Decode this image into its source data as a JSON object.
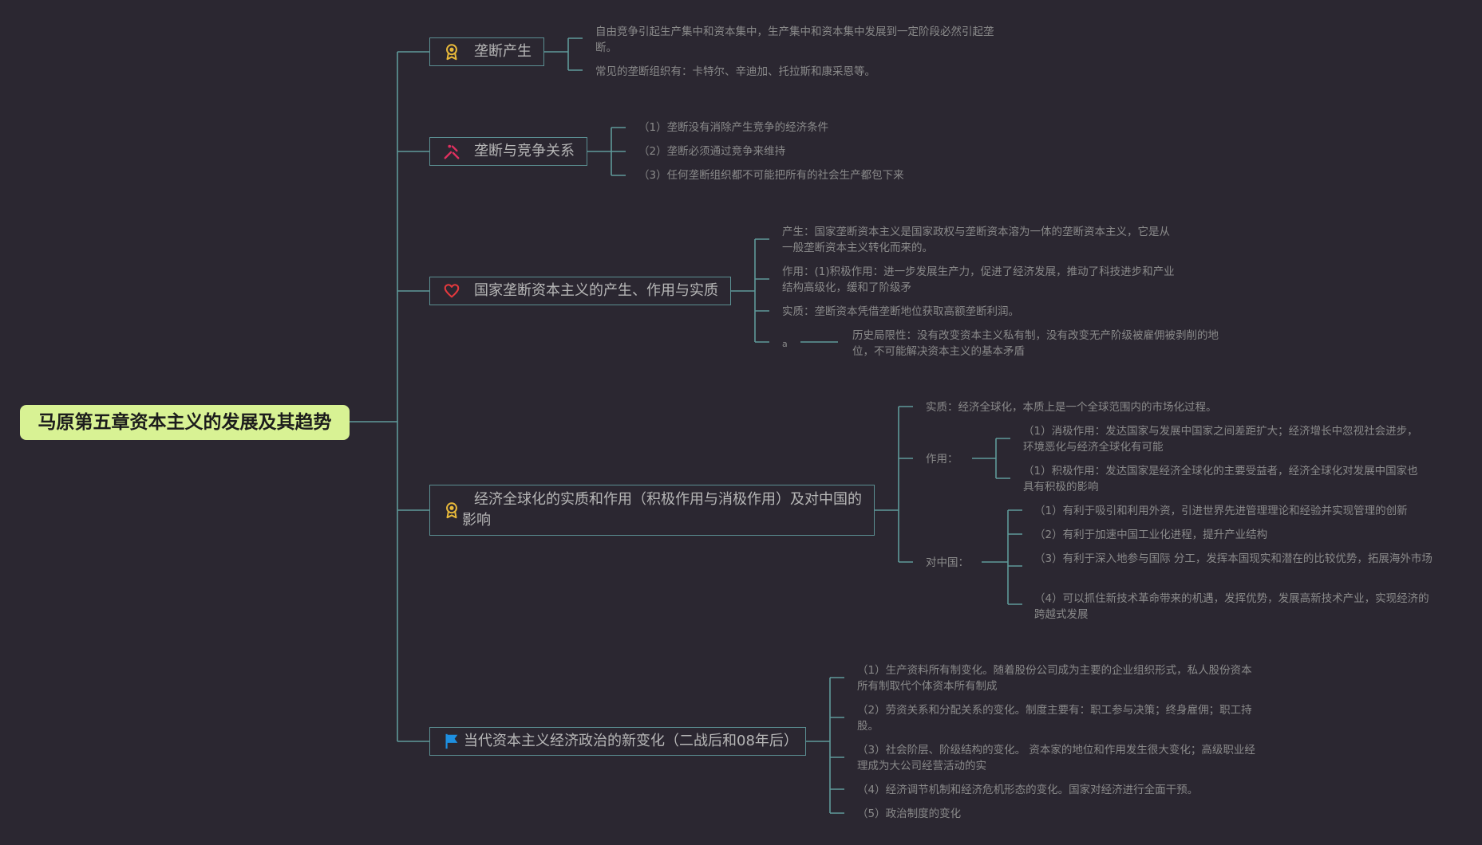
{
  "root": "马原第五章资本主义的发展及其趋势",
  "topics": [
    {
      "label": "垄断产生",
      "icon": "award-ribbon-icon",
      "items": [
        "自由竞争引起生产集中和资本集中，生产集中和资本集中发展到一定阶段必然引起垄断。",
        "常见的垄断组织有：卡特尔、辛迪加、托拉斯和康采恩等。"
      ]
    },
    {
      "label": "垄断与竞争关系",
      "icon": "tools-icon",
      "items": [
        "（1）垄断没有消除产生竞争的经济条件",
        "（2）垄断必须通过竞争来维持",
        "（3）任何垄断组织都不可能把所有的社会生产都包下来"
      ]
    },
    {
      "label": "国家垄断资本主义的产生、作用与实质",
      "icon": "heart-icon",
      "items": [
        "产生：国家垄断资本主义是国家政权与垄断资本溶为一体的垄断资本主义，它是从一般垄断资本主义转化而来的。",
        "作用：(1)积极作用：进一步发展生产力，促进了经济发展，推动了科技进步和产业结构高级化，缓和了阶级矛",
        "实质：垄断资本凭借垄断地位获取高额垄断利润。",
        "a"
      ],
      "sub": "历史局限性：没有改变资本主义私有制，没有改变无产阶级被雇佣被剥削的地位，不可能解决资本主义的基本矛盾"
    },
    {
      "label": "经济全球化的实质和作用（积极作用与消极作用）及对中国的影响",
      "icon": "award-ribbon-icon",
      "essence": "实质：经济全球化，本质上是一个全球范围内的市场化过程。",
      "effect_label": "作用：",
      "effects": [
        "（1）消极作用：发达国家与发展中国家之间差距扩大；经济增长中忽视社会进步，环境恶化与经济全球化有可能",
        "（1）积极作用：发达国家是经济全球化的主要受益者，经济全球化对发展中国家也具有积极的影响"
      ],
      "china_label": "对中国：",
      "china": [
        "（1）有利于吸引和利用外资，引进世界先进管理理论和经验并实现管理的创新",
        "（2）有利于加速中国工业化进程，提升产业结构",
        "（3）有利于深入地参与国际 分工，发挥本国现实和潜在的比较优势，拓展海外市场",
        "（4）可以抓住新技术革命带来的机遇，发挥优势，发展高新技术产业，实现经济的跨越式发展"
      ]
    },
    {
      "label": "当代资本主义经济政治的新变化（二战后和08年后）",
      "icon": "flag-icon",
      "items": [
        "（1）生产资料所有制变化。随着股份公司成为主要的企业组织形式，私人股份资本所有制取代个体资本所有制成",
        "（2）劳资关系和分配关系的变化。制度主要有：职工参与决策；终身雇佣；职工持股。",
        "（3）社会阶层、阶级结构的变化。 资本家的地位和作用发生很大变化；高级职业经理成为大公司经营活动的实",
        "（4）经济调节机制和经济危机形态的变化。国家对经济进行全面干预。",
        "（5）政治制度的变化"
      ]
    }
  ],
  "colors": {
    "background": "#2b2731",
    "root": "#d8f294",
    "line": "#5f9a9a",
    "border": "#5b8f92",
    "award": "#e8b93a",
    "tools": "#e0305f",
    "heart": "#e5393d",
    "flag": "#1e8fe0"
  }
}
